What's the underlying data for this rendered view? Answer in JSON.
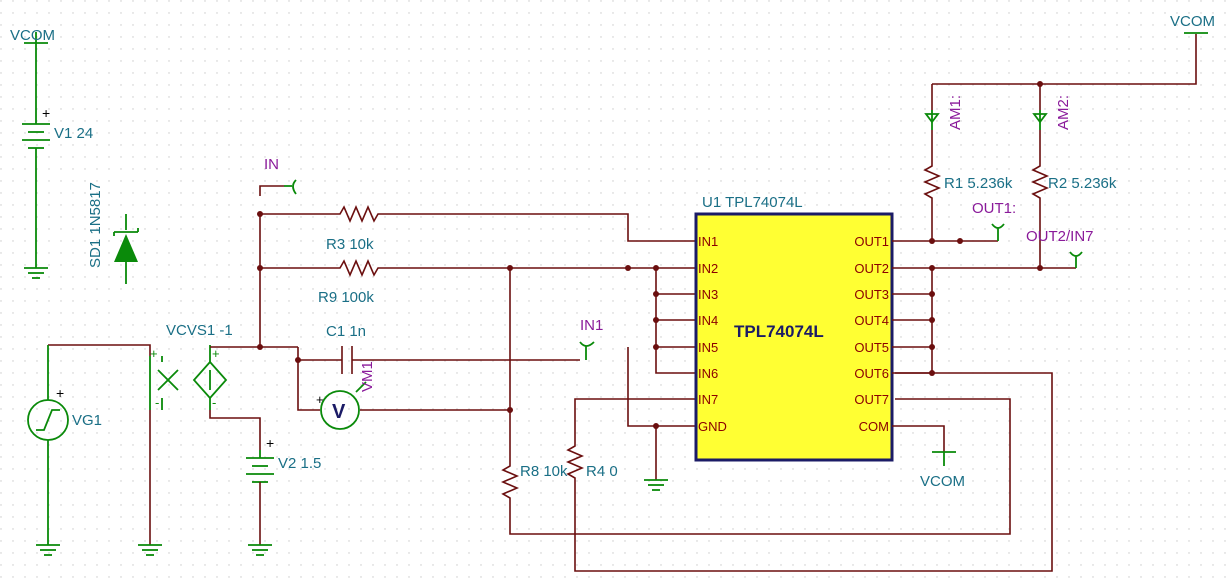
{
  "title": "",
  "components": {
    "vcom_left": "VCOM",
    "vcom_right": "VCOM",
    "vcom_bottom": "VCOM",
    "v1": "V1 24",
    "sd1": "SD1 1N5817",
    "vg1": "VG1",
    "vcvs1": "VCVS1 -1",
    "v2": "V2 1.5",
    "c1": "C1 1n",
    "vm1": "VM1",
    "r3": "R3 10k",
    "r9": "R9 100k",
    "r8": "R8 10k",
    "r4": "R4 0",
    "r1": "R1 5.236k",
    "r2": "R2 5.236k",
    "am1": "AM1:",
    "am2": "AM2:",
    "u1": "U1 TPL74074L",
    "chip_name": "TPL74074L"
  },
  "nets": {
    "in": "IN",
    "in1": "IN1",
    "out1": "OUT1:",
    "out2_in7": "OUT2/IN7"
  },
  "pins_left": [
    "IN1",
    "IN2",
    "IN3",
    "IN4",
    "IN5",
    "IN6",
    "IN7",
    "GND"
  ],
  "pins_right": [
    "OUT1",
    "OUT2",
    "OUT3",
    "OUT4",
    "OUT5",
    "OUT6",
    "OUT7",
    "COM"
  ],
  "signs": {
    "plus": "+",
    "minus": "-"
  },
  "colors": {
    "wire": "#6b0f0f",
    "component": "#0a8a0a",
    "label": "#1a6f86",
    "net_label": "#8a1a9a",
    "chip_fill": "#ffff33",
    "chip_border": "#1b1b66"
  }
}
